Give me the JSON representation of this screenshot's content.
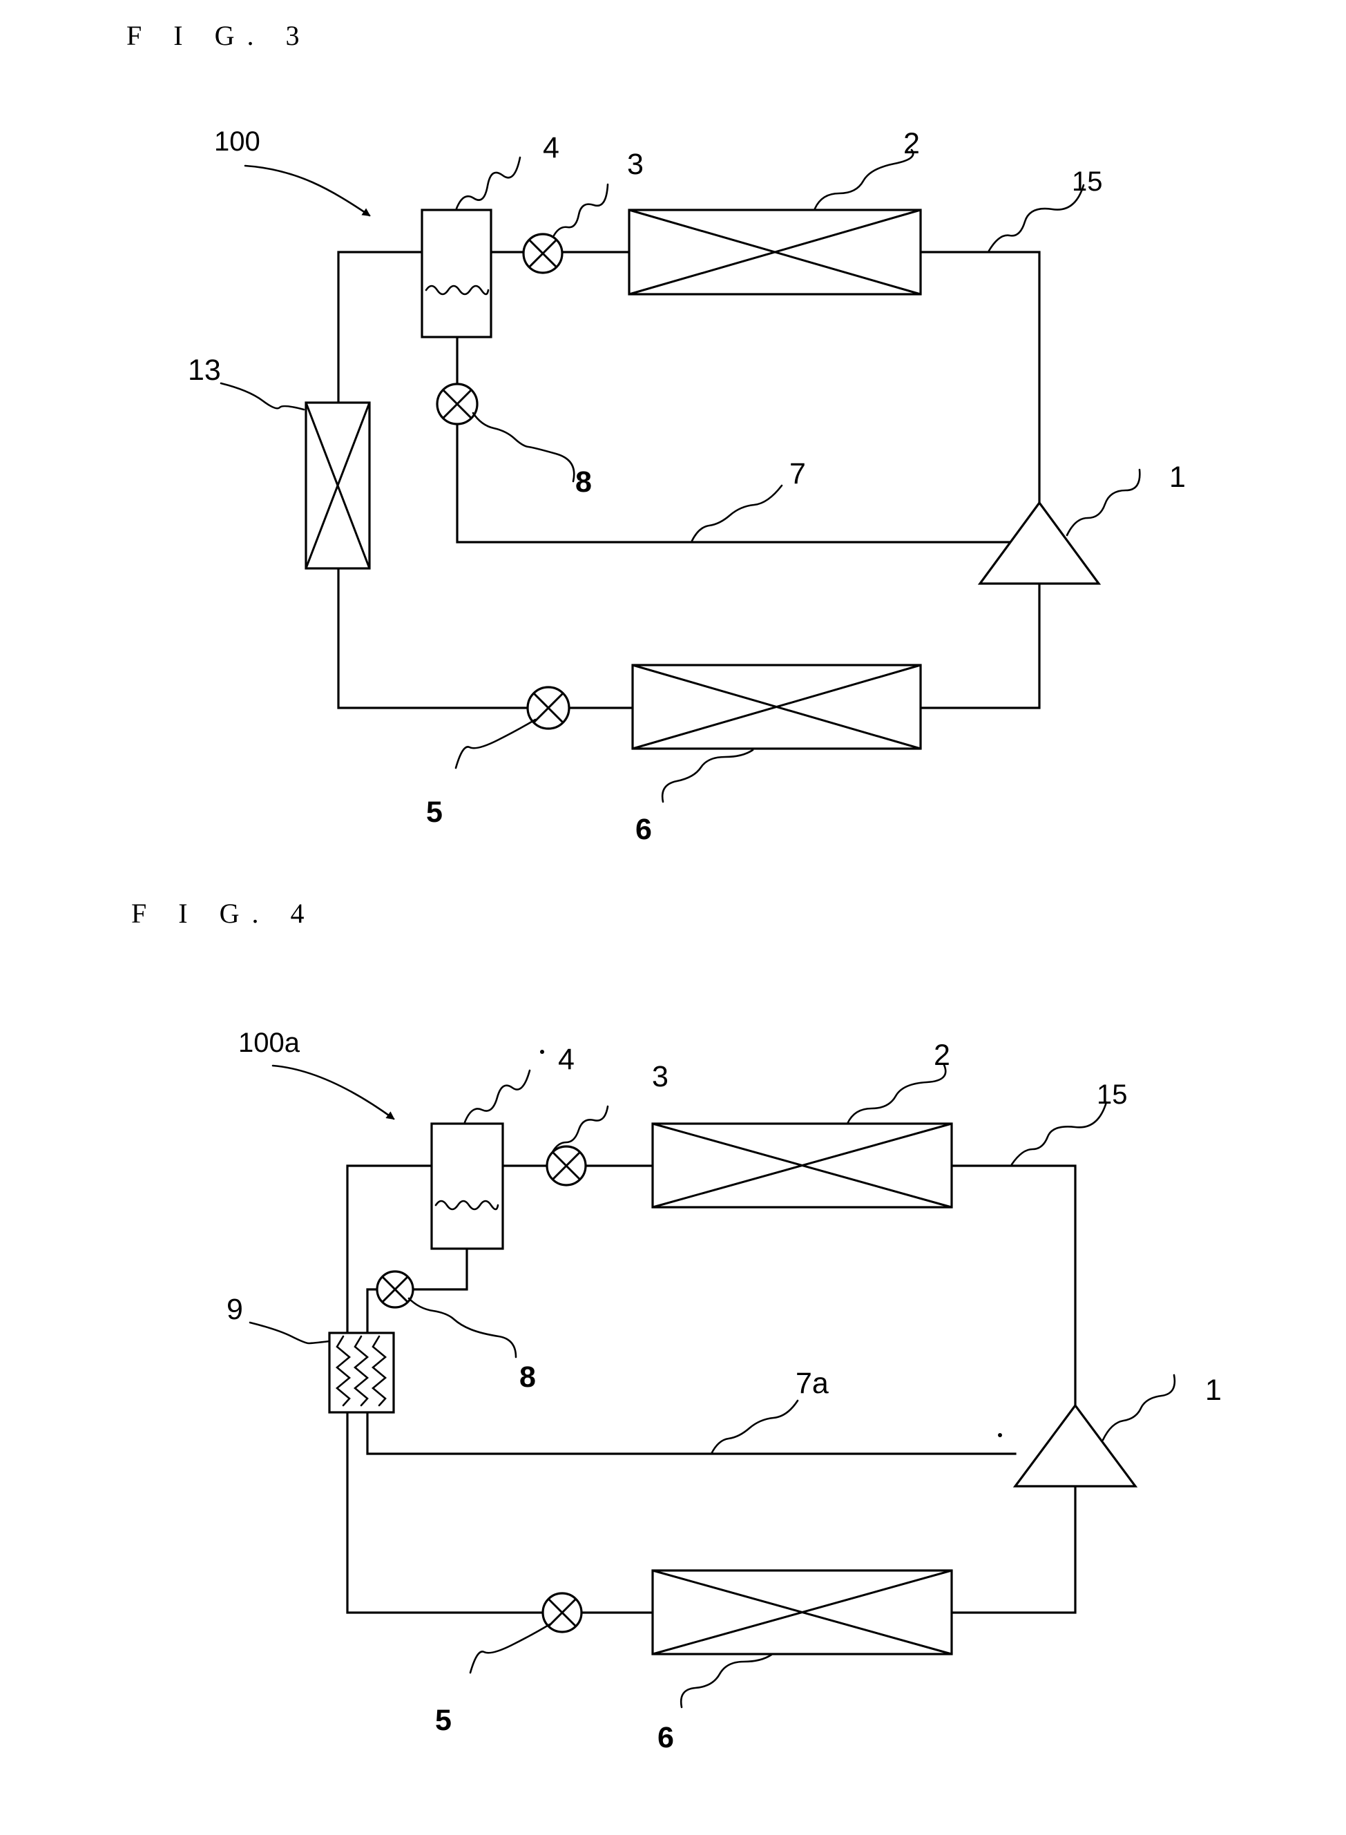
{
  "figures": [
    {
      "id": "fig3",
      "caption": "F I G. 3",
      "labels": {
        "system": "100",
        "compressor": "1",
        "condenser": "2",
        "valve_3": "3",
        "receiver": "4",
        "valve_5": "5",
        "evaporator": "6",
        "injection_pipe": "7",
        "valve_8": "8",
        "heat_exchanger": "13",
        "discharge_pipe": "15"
      }
    },
    {
      "id": "fig4",
      "caption": "F I G. 4",
      "labels": {
        "system": "100a",
        "compressor": "1",
        "condenser": "2",
        "valve_3": "3",
        "receiver": "4",
        "valve_5": "5",
        "evaporator": "6",
        "injection_pipe": "7a",
        "valve_8": "8",
        "heat_exchanger": "9",
        "discharge_pipe": "15"
      }
    }
  ]
}
